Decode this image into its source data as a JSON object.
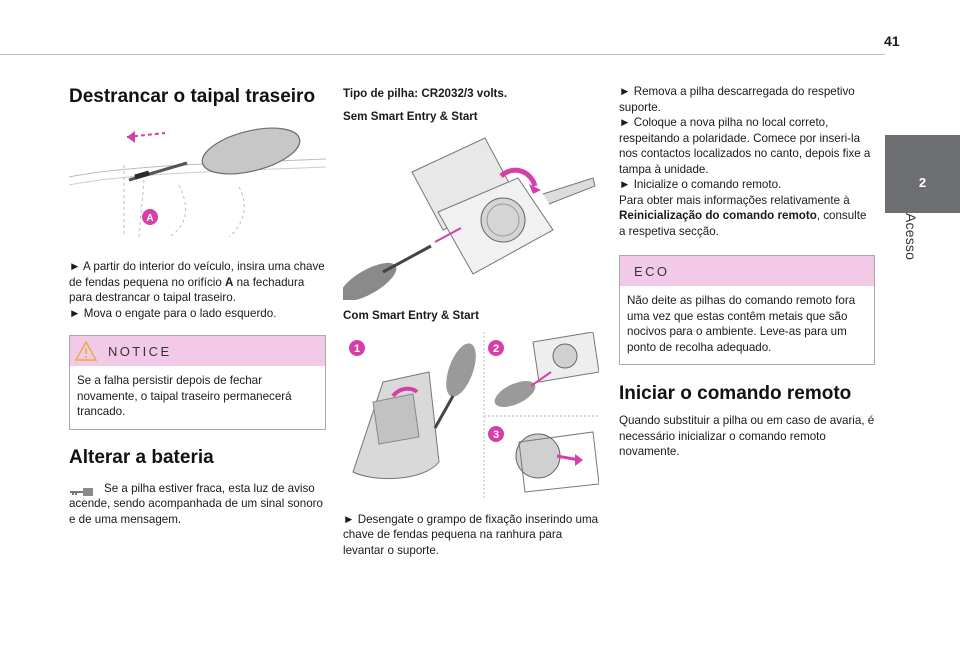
{
  "header": {
    "page_number": "41"
  },
  "side_tab": {
    "number": "2",
    "label": "Acesso"
  },
  "col1": {
    "heading": "Destrancar o taipal traseiro",
    "figure_marker": "A",
    "steps": [
      {
        "prefix": "► A partir do interior do veículo, insira uma chave de fendas pequena no orifício ",
        "bold": "A",
        "suffix": " na fechadura para destrancar o taipal traseiro."
      },
      {
        "text": "► Mova o engate para o lado esquerdo."
      }
    ],
    "notice": {
      "title": "NOTICE",
      "text": "Se a falha persistir depois de fechar novamente, o taipal traseiro permanecerá trancado."
    },
    "battery_heading": "Alterar a bateria",
    "battery_text": "Se a pilha estiver fraca, esta luz de aviso acende, sendo acompanhada de um sinal sonoro e de uma mensagem."
  },
  "col2": {
    "battery_type": "Tipo de pilha: CR2032/3 volts.",
    "no_smart": "Sem Smart Entry & Start",
    "with_smart": "Com Smart Entry & Start",
    "markers": [
      "1",
      "2",
      "3"
    ],
    "step": "► Desengate o grampo de fixação inserindo uma chave de fendas pequena na ranhura para levantar o suporte."
  },
  "col3": {
    "steps": [
      "► Remova a pilha descarregada do respetivo suporte.",
      "► Coloque a nova pilha no local correto, respeitando a polaridade. Comece por inseri-la nos contactos localizados no canto, depois fixe a tampa à unidade.",
      "► Inicialize o comando remoto."
    ],
    "info_prefix": "Para obter mais informações relativamente à ",
    "info_bold": "Reinicialização do comando remoto",
    "info_suffix": ", consulte a respetiva secção.",
    "eco": {
      "title": "ECO",
      "text": "Não deite as pilhas do comando remoto fora uma vez que estas contêm metais que são nocivos para o ambiente. Leve-as para um ponto de recolha adequado."
    },
    "heading": "Iniciar o comando remoto",
    "text": "Quando substituir a pilha ou em caso de avaria, é necessário inicializar o comando remoto novamente."
  },
  "colors": {
    "notice_header": "#f3c9e8",
    "side_tab": "#6d6e71",
    "marker": "#d63fa8"
  }
}
